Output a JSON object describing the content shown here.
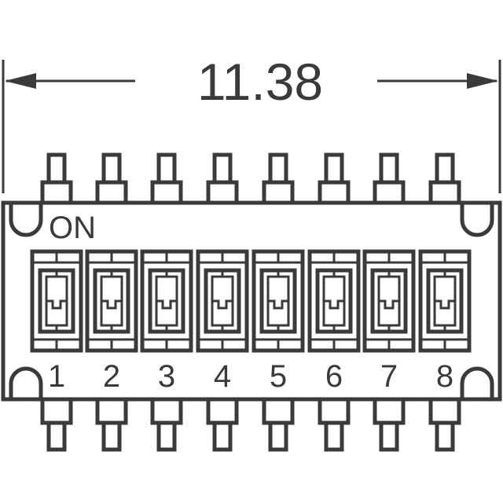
{
  "dimension": {
    "value": "11.38"
  },
  "on_label": "ON",
  "switch_numbers": [
    "1",
    "2",
    "3",
    "4",
    "5",
    "6",
    "7",
    "8"
  ],
  "colors": {
    "line": "#3a3a3a",
    "background": "#ffffff"
  }
}
